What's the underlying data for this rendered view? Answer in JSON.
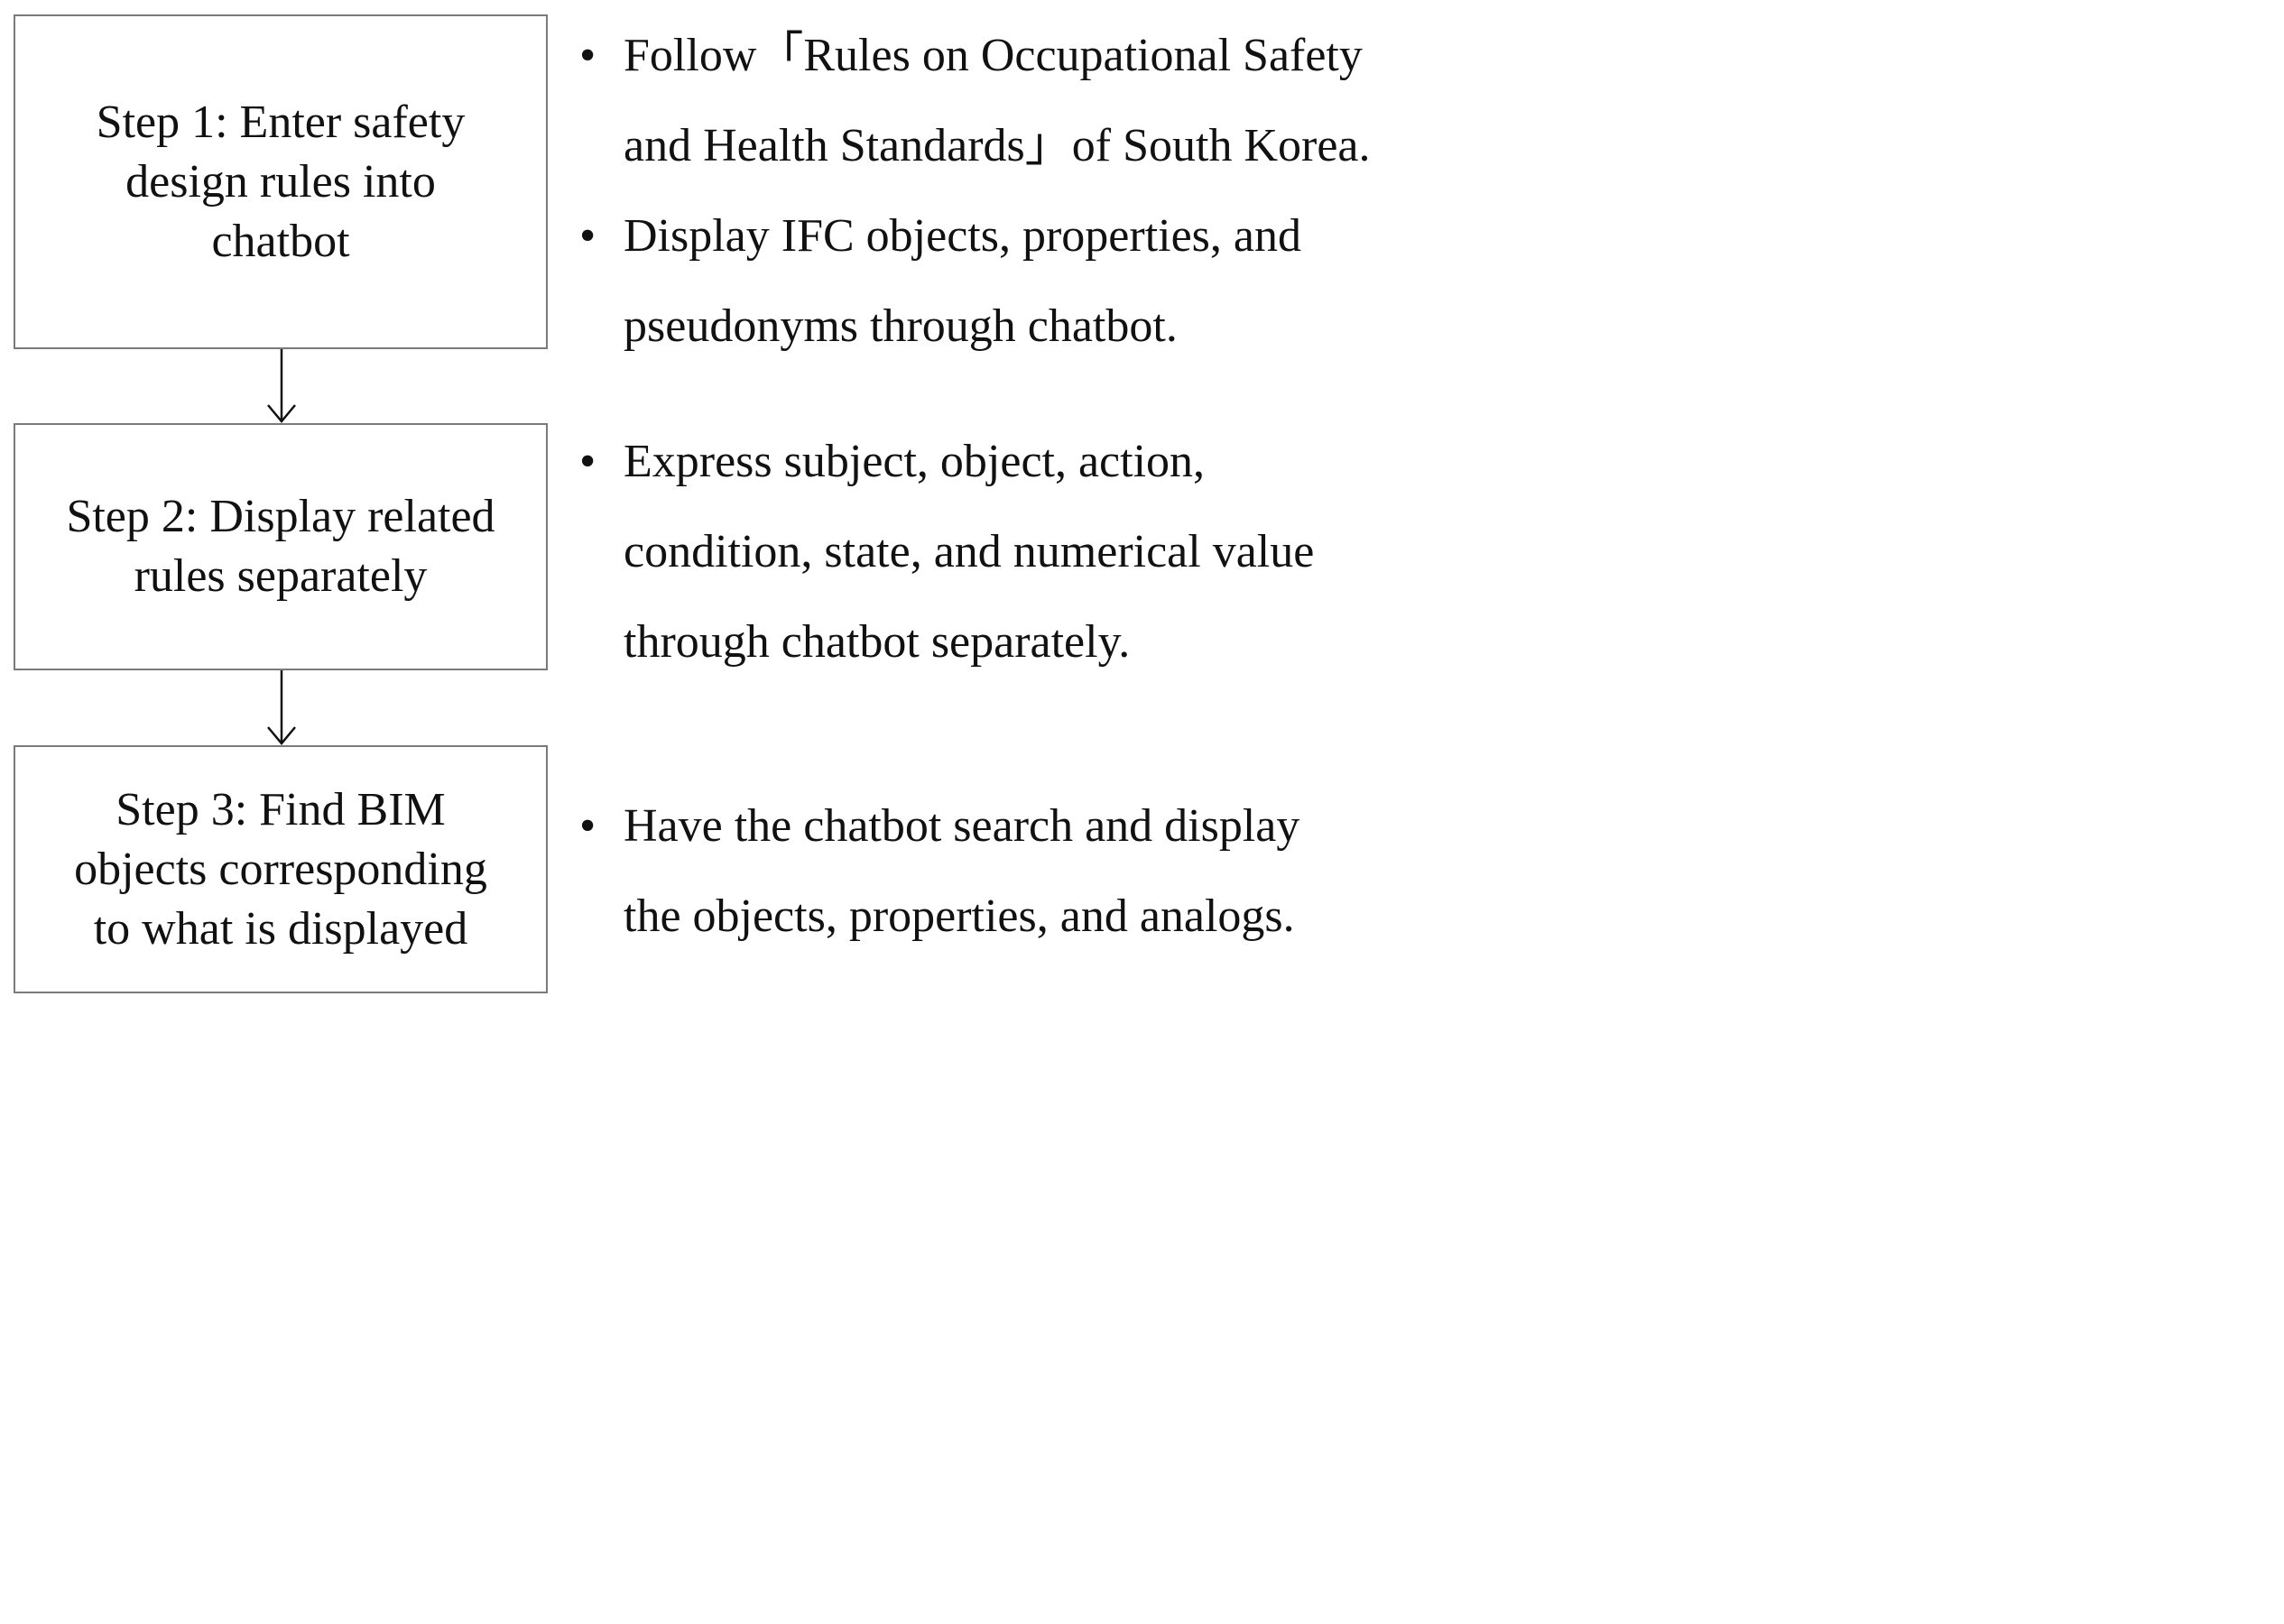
{
  "steps": [
    {
      "lines": [
        "Step 1: Enter safety",
        "design rules into",
        "chatbot"
      ]
    },
    {
      "lines": [
        "Step 2: Display related",
        "rules separately"
      ]
    },
    {
      "lines": [
        "Step 3: Find BIM",
        "objects corresponding",
        "to what is displayed"
      ]
    }
  ],
  "notes": {
    "step1": [
      {
        "bullet": "•",
        "lines": [
          "Follow「Rules on Occupational Safety",
          "and Health Standards」of South Korea."
        ]
      },
      {
        "bullet": "•",
        "lines": [
          "Display IFC objects, properties, and",
          "pseudonyms through chatbot."
        ]
      }
    ],
    "step2": [
      {
        "bullet": "•",
        "lines": [
          "Express subject, object, action,",
          "condition, state, and numerical value",
          "through chatbot separately."
        ]
      }
    ],
    "step3": [
      {
        "bullet": "•",
        "lines": [
          "Have the chatbot search and display",
          "the objects, properties, and analogs."
        ]
      }
    ]
  },
  "colors": {
    "box_border": "#7a7a7a",
    "arrow": "#111111",
    "text": "#111111",
    "background": "#ffffff"
  }
}
